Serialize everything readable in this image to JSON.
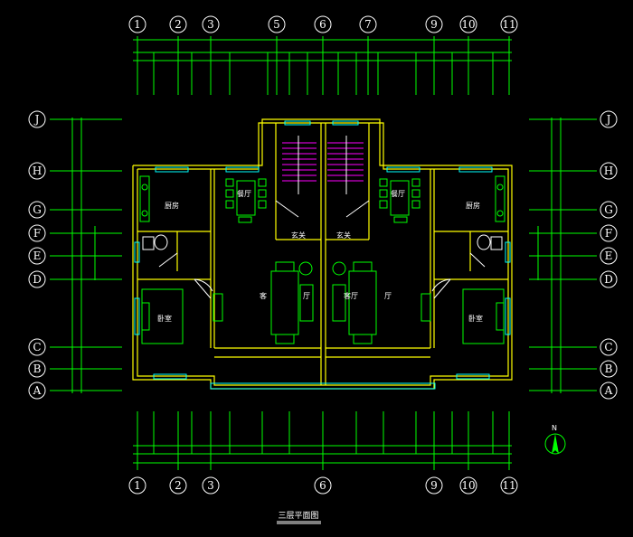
{
  "drawing": {
    "title": "三层平面图",
    "north_label": "N"
  },
  "axes": {
    "vertical": [
      "1",
      "2",
      "3",
      "5",
      "6",
      "7",
      "9",
      "10",
      "11"
    ],
    "vertical_bottom": [
      "1",
      "2",
      "3",
      "6",
      "9",
      "10",
      "11"
    ],
    "horizontal": [
      "J",
      "H",
      "G",
      "F",
      "E",
      "D",
      "C",
      "B",
      "A"
    ]
  },
  "rooms": {
    "left_kitchen": "厨房",
    "left_dining": "餐厅",
    "left_bedroom": "卧室",
    "left_foyer": "玄关",
    "left_living_a": "客",
    "left_living_b": "厅",
    "right_living_a": "客厅",
    "right_living_b": "厅",
    "right_foyer": "玄关",
    "right_dining": "餐厅",
    "right_kitchen": "厨房",
    "right_bedroom": "卧室"
  },
  "colors": {
    "background": "#000000",
    "axis": "#ffffff",
    "dimension": "#00ff00",
    "wall": "#ffff00",
    "window": "#00ffff",
    "stair": "#ff00ff"
  }
}
